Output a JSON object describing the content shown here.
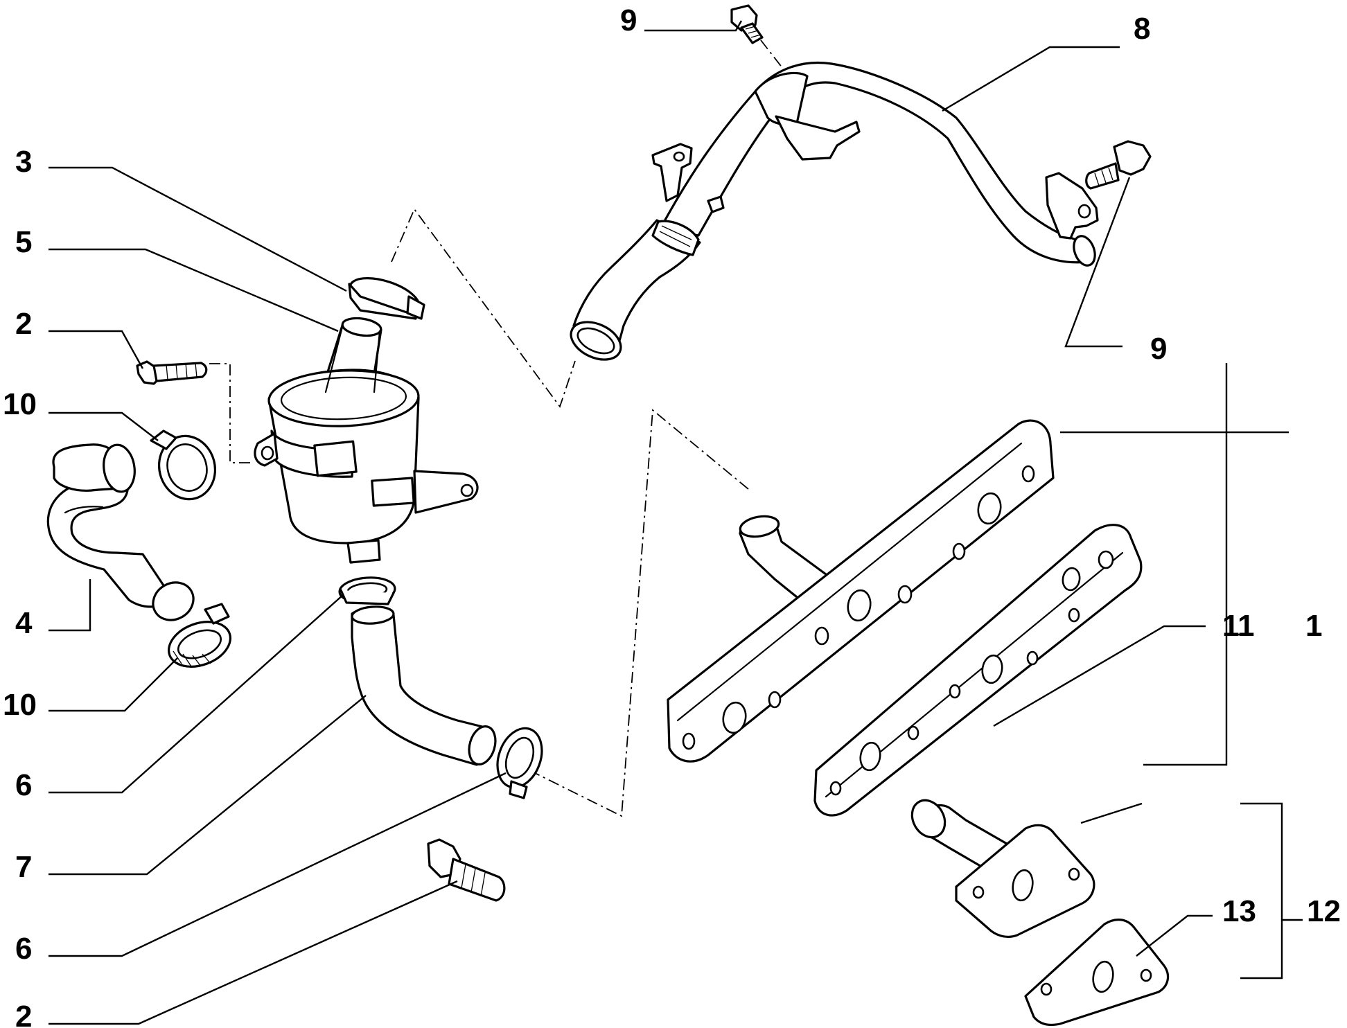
{
  "callouts": [
    {
      "id": "c-9-top",
      "label": "9"
    },
    {
      "id": "c-8",
      "label": "8"
    },
    {
      "id": "c-3",
      "label": "3"
    },
    {
      "id": "c-5",
      "label": "5"
    },
    {
      "id": "c-2-upper",
      "label": "2"
    },
    {
      "id": "c-10-upper",
      "label": "10"
    },
    {
      "id": "c-9-right",
      "label": "9"
    },
    {
      "id": "c-11",
      "label": "11"
    },
    {
      "id": "c-1",
      "label": "1"
    },
    {
      "id": "c-4",
      "label": "4"
    },
    {
      "id": "c-10-lower",
      "label": "10"
    },
    {
      "id": "c-6-upper",
      "label": "6"
    },
    {
      "id": "c-7",
      "label": "7"
    },
    {
      "id": "c-6-lower",
      "label": "6"
    },
    {
      "id": "c-2-lower",
      "label": "2"
    },
    {
      "id": "c-13",
      "label": "13"
    },
    {
      "id": "c-12",
      "label": "12"
    }
  ]
}
